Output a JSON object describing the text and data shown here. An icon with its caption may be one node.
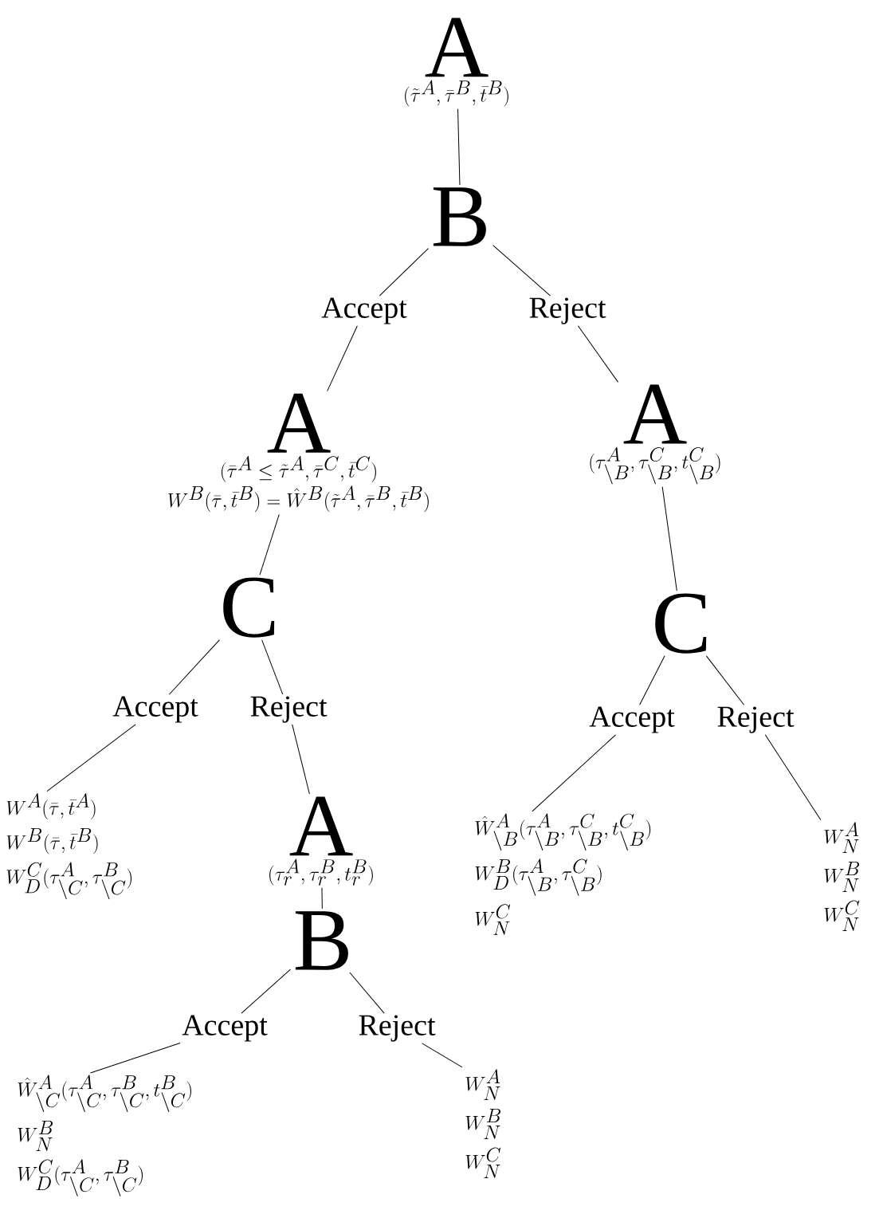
{
  "diagram": {
    "nodes": [
      {
        "text": [
          "A",
          "(\\tilde{\\tau}^{A},\\bar{\\tau}^{B},\\bar{t}^{B})"
        ]
      },
      {
        "text": [
          "B"
        ]
      },
      {
        "text": [
          "Accept"
        ]
      },
      {
        "text": [
          "Reject"
        ]
      },
      {
        "text": [
          "A",
          "(\\bar{\\tau}^{A}\\leq\\tilde{\\tau}^{A},\\bar{\\tau}^{C},\\bar{t}^{C})",
          "W^{B}(\\bar{\\tau},\\bar{t}^{B})=\\hat{W}^{B}(\\tilde{\\tau}^{A},\\bar{\\tau}^{B},\\bar{t}^{B})"
        ]
      },
      {
        "text": [
          "A",
          "(\\tau^{A}_{\\backslash B},\\tau^{C}_{\\backslash B},t^{C}_{\\backslash B})"
        ]
      },
      {
        "text": [
          "C"
        ]
      },
      {
        "text": [
          "C"
        ]
      },
      {
        "text": [
          "Accept"
        ]
      },
      {
        "text": [
          "Reject"
        ]
      },
      {
        "text": [
          "Accept"
        ]
      },
      {
        "text": [
          "Reject"
        ]
      },
      {
        "text": [
          "W^{A}(\\bar{\\tau},\\bar{t}^{A})",
          "W^{B}(\\bar{\\tau},\\bar{t}^{B})",
          "W^{C}_{D}(\\tau^{A}_{\\backslash C},\\tau^{B}_{\\backslash C})"
        ]
      },
      {
        "text": [
          "A",
          "(\\tau^{A}_{r},\\tau^{B}_{r},t^{B}_{r})"
        ]
      },
      {
        "text": [
          "\\hat{W}^{A}_{\\backslash B}(\\tau^{A}_{\\backslash B},\\tau^{C}_{\\backslash B},t^{C}_{\\backslash B})",
          "W^{B}_{D}(\\tau^{A}_{\\backslash B},\\tau^{C}_{\\backslash B})",
          "W^{C}_{N}"
        ]
      },
      {
        "text": [
          "W^{A}_{N}",
          "W^{B}_{N}",
          "W^{C}_{N}"
        ]
      },
      {
        "text": [
          "B"
        ]
      },
      {
        "text": [
          "Accept"
        ]
      },
      {
        "text": [
          "Reject"
        ]
      },
      {
        "text": [
          "\\hat{W}^{A}_{\\backslash C}(\\tau^{A}_{\\backslash C},\\tau^{B}_{\\backslash C},t^{B}_{\\backslash C})",
          "W^{B}_{N}",
          "W^{C}_{D}(\\tau^{A}_{\\backslash C},\\tau^{B}_{\\backslash C})"
        ]
      },
      {
        "text": [
          "W^{A}_{N}",
          "W^{B}_{N}",
          "W^{C}_{N}"
        ]
      }
    ],
    "edges": [
      {
        "from": 0,
        "to": 1,
        "arrow": "none"
      },
      {
        "from": 1,
        "to": 2,
        "arrow": "none"
      },
      {
        "from": 1,
        "to": 3,
        "arrow": "none"
      },
      {
        "from": 2,
        "to": 4,
        "arrow": "none"
      },
      {
        "from": 3,
        "to": 5,
        "arrow": "none"
      },
      {
        "from": 4,
        "to": 6,
        "arrow": "none"
      },
      {
        "from": 5,
        "to": 7,
        "arrow": "none"
      },
      {
        "from": 6,
        "to": 8,
        "arrow": "none"
      },
      {
        "from": 6,
        "to": 9,
        "arrow": "none"
      },
      {
        "from": 7,
        "to": 10,
        "arrow": "none"
      },
      {
        "from": 7,
        "to": 11,
        "arrow": "none"
      },
      {
        "from": 8,
        "to": 12,
        "arrow": "none"
      },
      {
        "from": 9,
        "to": 13,
        "arrow": "none"
      },
      {
        "from": 10,
        "to": 14,
        "arrow": "none"
      },
      {
        "from": 11,
        "to": 15,
        "arrow": "none"
      },
      {
        "from": 13,
        "to": 16,
        "arrow": "none"
      },
      {
        "from": 16,
        "to": 17,
        "arrow": "none"
      },
      {
        "from": 16,
        "to": 18,
        "arrow": "none"
      },
      {
        "from": 17,
        "to": 19,
        "arrow": "none"
      },
      {
        "from": 18,
        "to": 20,
        "arrow": "none"
      }
    ]
  }
}
